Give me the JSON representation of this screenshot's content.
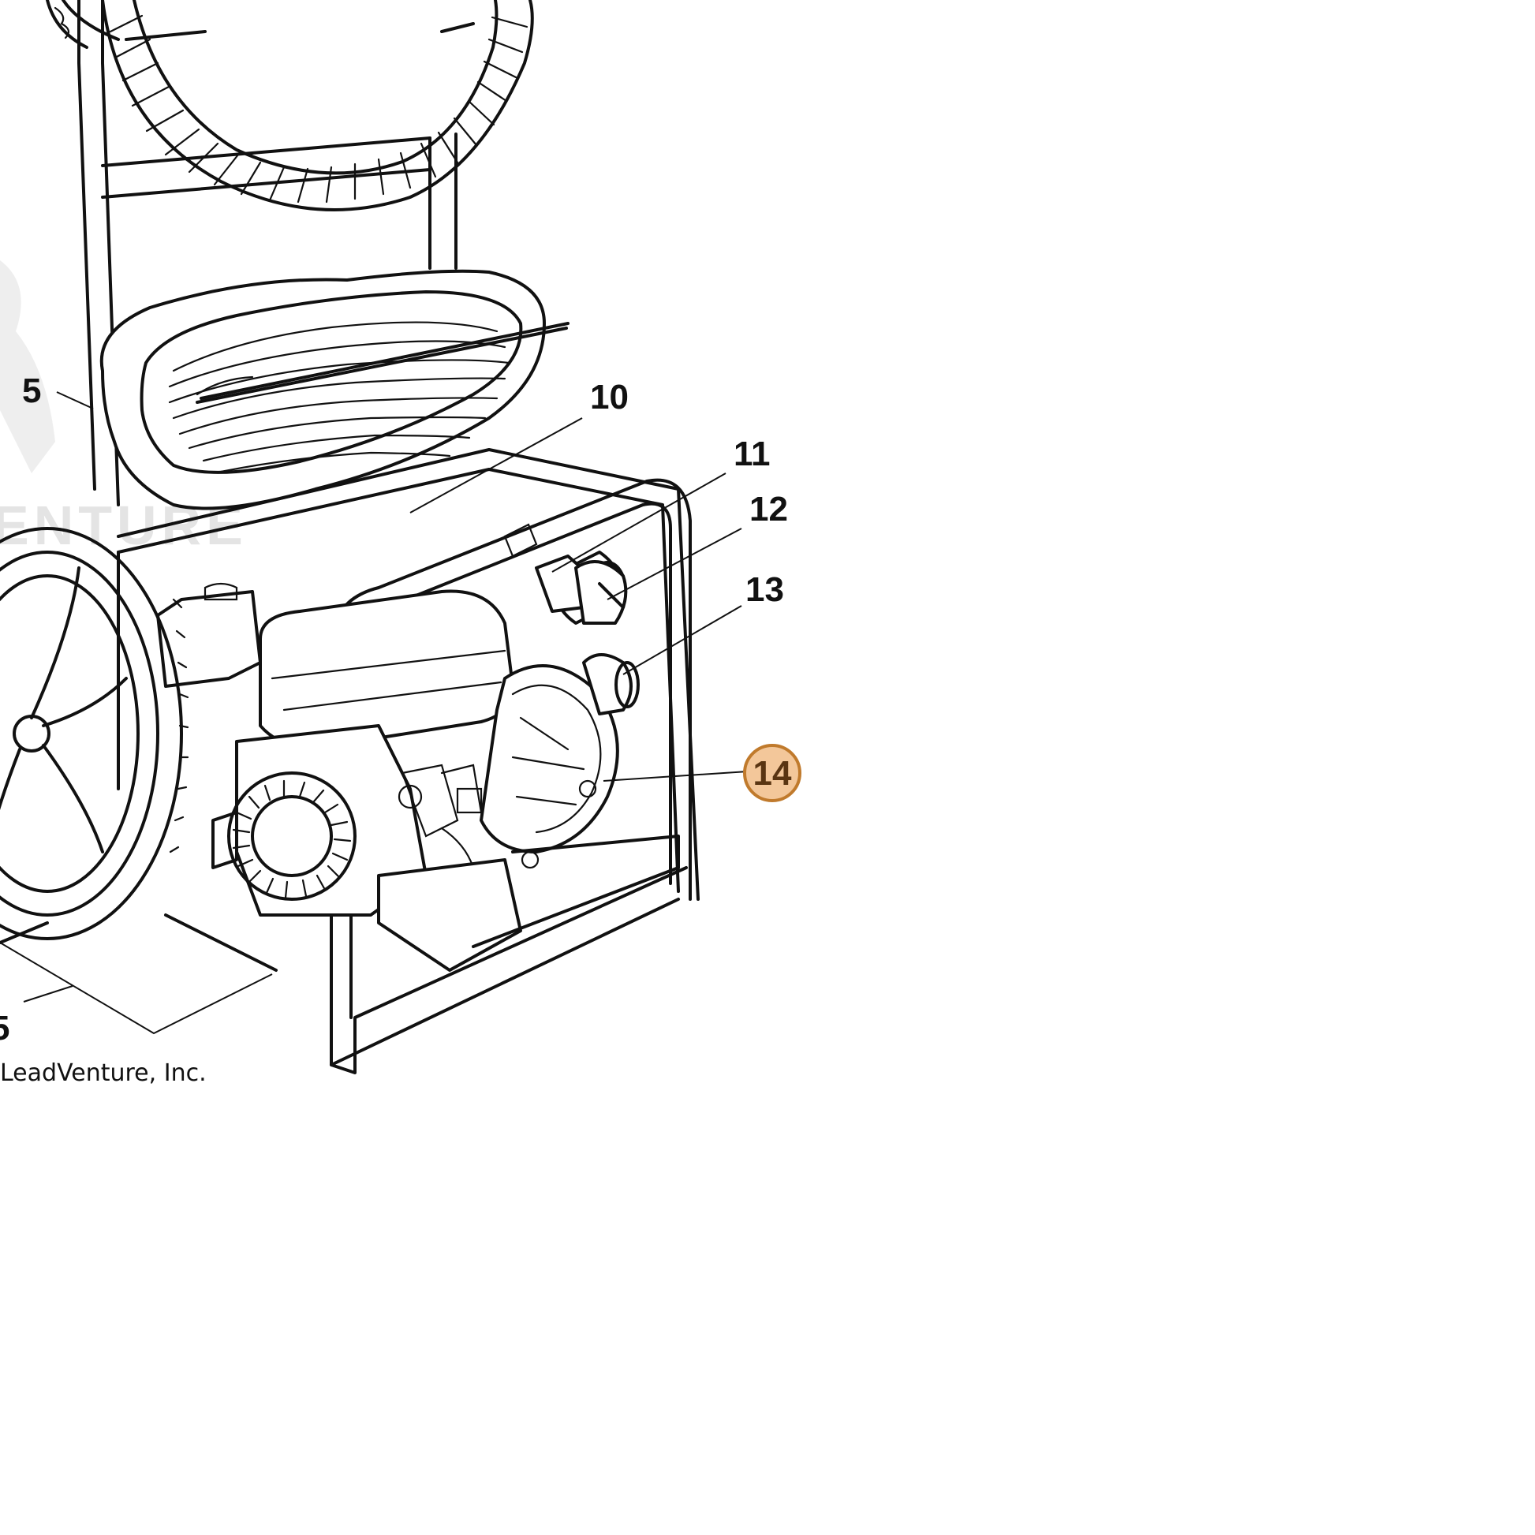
{
  "watermark": {
    "text": "ENTURE"
  },
  "callouts": [
    {
      "id": "5a",
      "label": "5",
      "highlighted": false
    },
    {
      "id": "10",
      "label": "10",
      "highlighted": false
    },
    {
      "id": "11",
      "label": "11",
      "highlighted": false
    },
    {
      "id": "12",
      "label": "12",
      "highlighted": false
    },
    {
      "id": "13",
      "label": "13",
      "highlighted": false
    },
    {
      "id": "14",
      "label": "14",
      "highlighted": true
    },
    {
      "id": "5b",
      "label": "5",
      "highlighted": false
    }
  ],
  "copyright": "LeadVenture, Inc.",
  "colors": {
    "highlight_fill": "#f3c79a",
    "highlight_stroke": "#c07a2c",
    "highlight_text": "#5a3512",
    "line": "#111111",
    "watermark": "#e4e4e4"
  }
}
